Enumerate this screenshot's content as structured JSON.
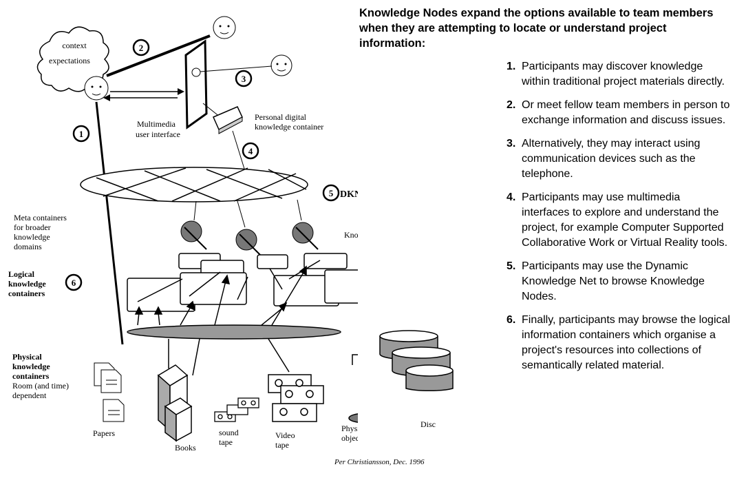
{
  "heading": "Knowledge Nodes expand the options available to team members when they are attempting to locate or understand project information:",
  "points": [
    {
      "num": "1.",
      "text": "Participants may discover knowledge within traditional project materials directly."
    },
    {
      "num": "2.",
      "text": "Or meet fellow team members in person to exchange information and discuss issues."
    },
    {
      "num": "3.",
      "text": "Alternatively, they may interact using communication devices such as the telephone."
    },
    {
      "num": "4.",
      "text": "Participants may use multimedia interfaces to explore and understand the project, for example Computer Supported Collaborative Work or Virtual Reality tools."
    },
    {
      "num": "5.",
      "text": "Participants may use the Dynamic Knowledge Net to browse Knowledge Nodes."
    },
    {
      "num": "6.",
      "text": "Finally, participants may browse the logical information containers which organise a project's resources into collections of semantically related material."
    }
  ],
  "diagram": {
    "cloud_line1": "context",
    "cloud_line2": "expectations",
    "markers": [
      "1",
      "2",
      "3",
      "4",
      "5",
      "6"
    ],
    "dkn_label": "DKN",
    "multimedia_line1": "Multimedia",
    "multimedia_line2": "user interface",
    "pdkc_line1": "Personal digital",
    "pdkc_line2": "knowledge container",
    "meta_lines": [
      "Meta containers",
      "for broader",
      "knowledge",
      "domains"
    ],
    "knowledge_nodes": "Knowledge Nodes",
    "logical_lines": [
      "Logical",
      "knowledge",
      "containers"
    ],
    "physical_lines": [
      "Physical",
      "knowledge",
      "containers"
    ],
    "room_lines": [
      "Room (and time)",
      "dependent"
    ],
    "papers": "Papers",
    "books": "Books",
    "sound_lines": [
      "sound",
      "tape"
    ],
    "video_lines": [
      "Video",
      "tape"
    ],
    "objects_lines": [
      "Physical",
      "objects"
    ],
    "disc": "Disc"
  },
  "credit": "Per Christiansson, Dec. 1996"
}
